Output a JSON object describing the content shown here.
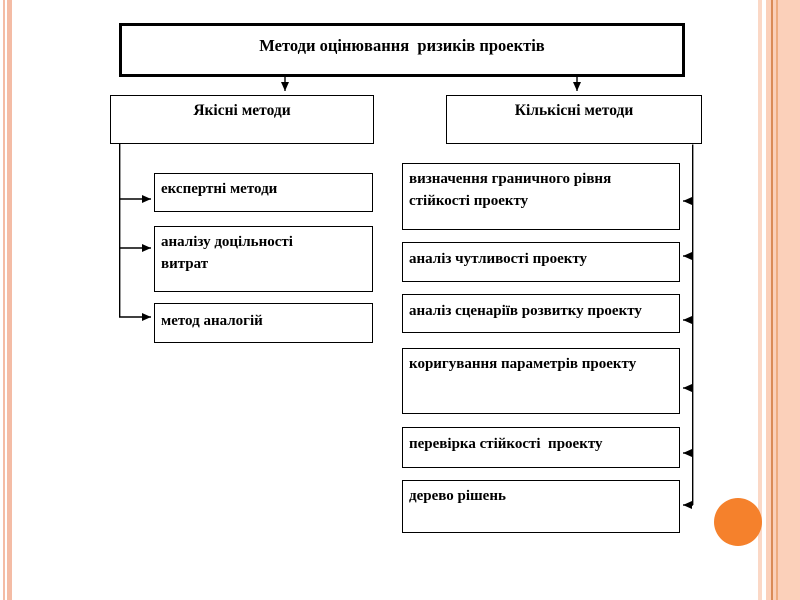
{
  "slide": {
    "kind": "presentation-slide-flowchart"
  },
  "diagram": {
    "root_label": "Методи оцінювання  ризиків проектів",
    "branches": [
      {
        "label": "Якісні методи",
        "children": [
          "експертні методи",
          "аналізу доцільності витрат",
          "метод аналогій"
        ]
      },
      {
        "label": "Кількісні методи",
        "children": [
          "визначення граничного рівня стійкості проекту",
          "аналіз чутливості проекту",
          "аналіз сценаріїв розвитку проекту",
          "коригування параметрів проекту",
          "перевірка стійкості  проекту",
          "дерево рішень"
        ]
      }
    ]
  },
  "theme": {
    "accent_circle": "#f5812c",
    "stripe_left": "#f4bca5",
    "stripe_right_base": "#fbd0ba",
    "stripe_right_light": "#fbd8c6",
    "stripe_right_dark": "#da8b57",
    "stripe_right_mid": "#eeab7e",
    "line_color": "#000000",
    "box_bg": "#ffffff",
    "text_color": "#000000"
  }
}
